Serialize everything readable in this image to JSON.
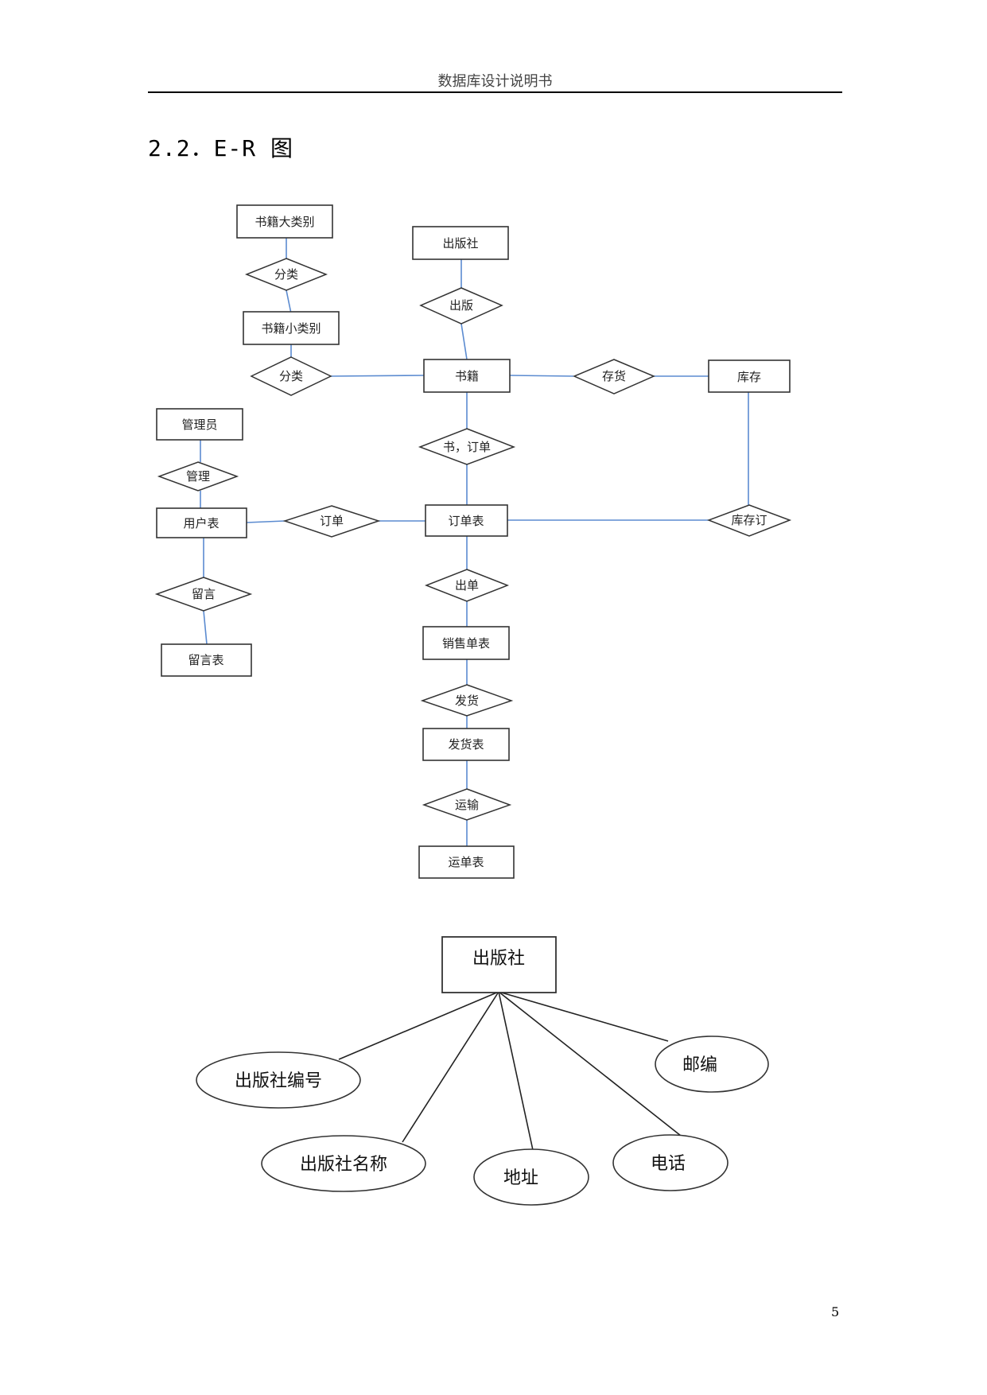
{
  "header": {
    "title": "数据库设计说明书"
  },
  "section": {
    "heading": "2.2．E-R 图"
  },
  "page_number": "5",
  "er_main": {
    "entities": {
      "book_category": "书籍大类别",
      "publisher": "出版社",
      "book_subcategory": "书籍小类别",
      "book": "书籍",
      "inventory": "库存",
      "admin": "管理员",
      "user_table": "用户表",
      "order_table": "订单表",
      "message_table": "留言表",
      "sales_table": "销售单表",
      "shipment_table": "发货表",
      "waybill_table": "运单表"
    },
    "relationships": {
      "classify_top": "分类",
      "publish": "出版",
      "classify_book": "分类",
      "stock": "存货",
      "book_order": "书，订单",
      "manage": "管理",
      "order": "订单",
      "stock_order": "库存订",
      "message": "留言",
      "issue": "出单",
      "ship": "发货",
      "transport": "运输"
    }
  },
  "er_publisher": {
    "entity": "出版社",
    "attributes": {
      "id": "出版社编号",
      "name": "出版社名称",
      "address": "地址",
      "phone": "电话",
      "zip": "邮编"
    }
  },
  "colors": {
    "connector": "#5b8bd0",
    "stroke": "#333333"
  }
}
